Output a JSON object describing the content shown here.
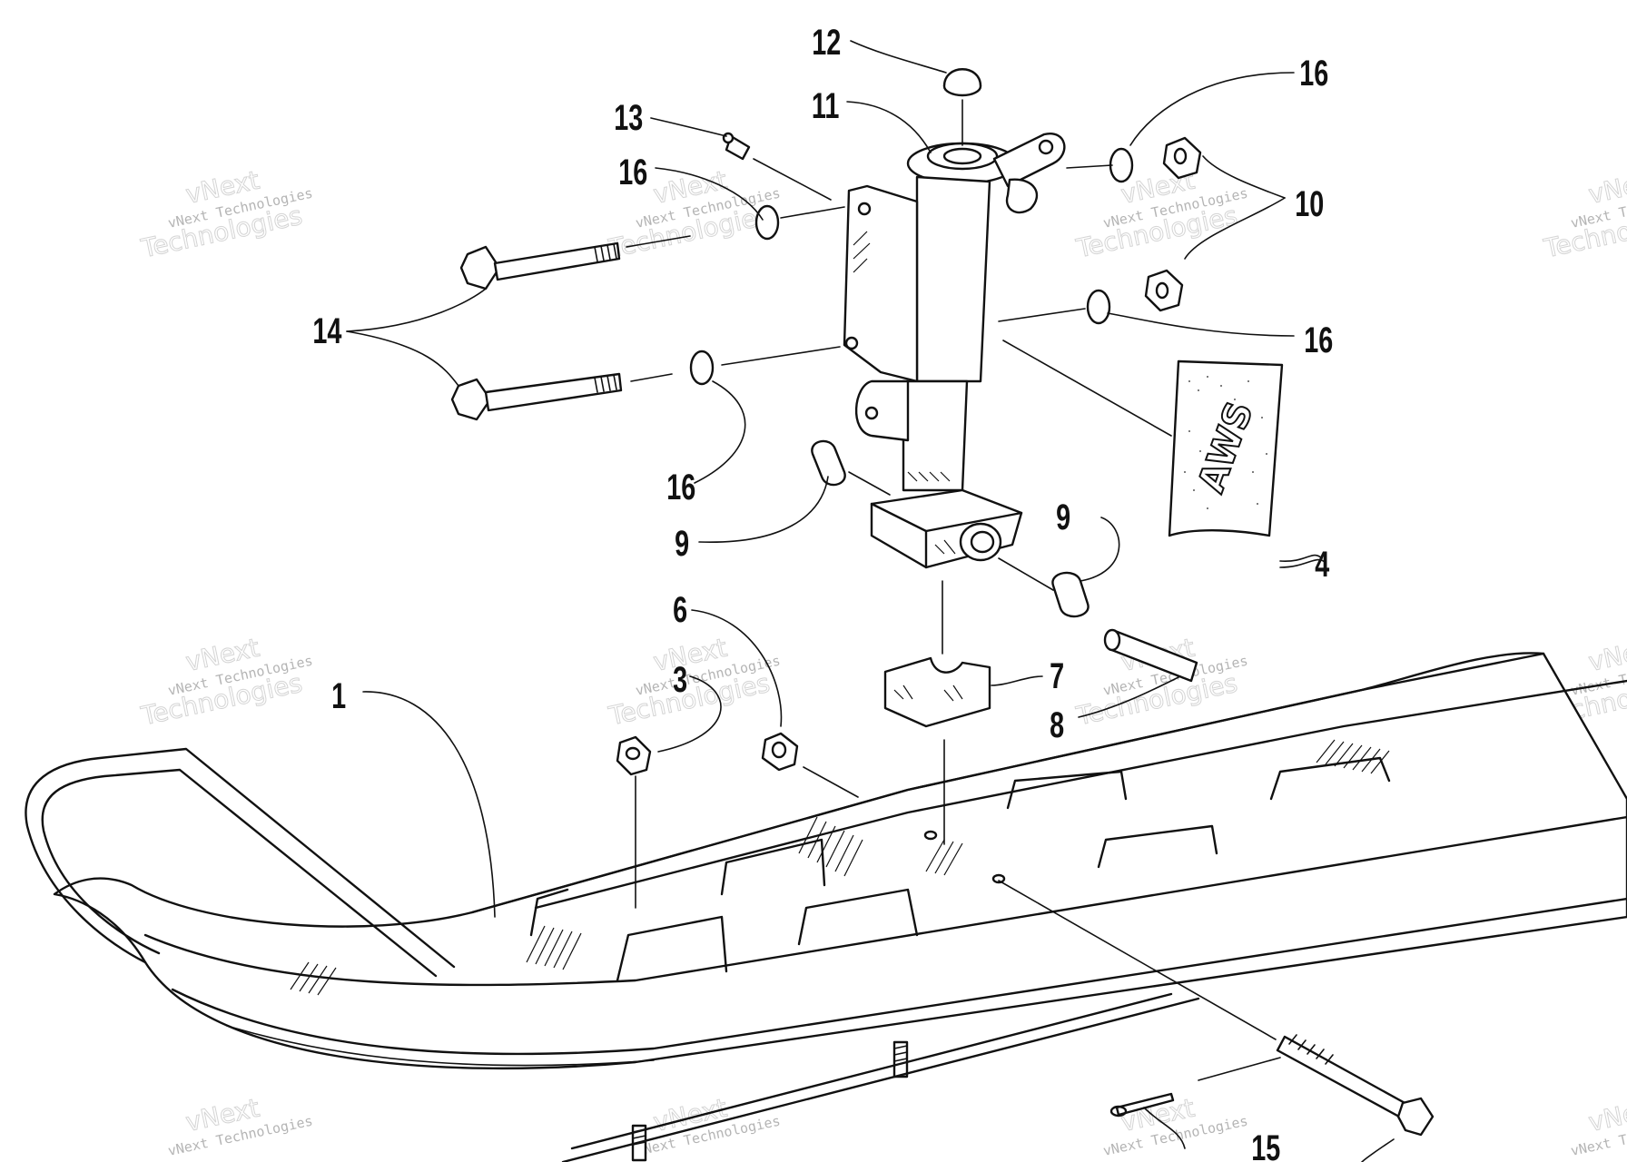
{
  "watermark": {
    "line_small": "vNext Technologies",
    "line_big_1": "vNext",
    "line_big_2": "Technologies"
  },
  "decal": {
    "text": "AWS"
  },
  "callouts": [
    {
      "id": "c1",
      "label": "1"
    },
    {
      "id": "c3",
      "label": "3"
    },
    {
      "id": "c4",
      "label": "4"
    },
    {
      "id": "c6",
      "label": "6"
    },
    {
      "id": "c7",
      "label": "7"
    },
    {
      "id": "c8",
      "label": "8"
    },
    {
      "id": "c9a",
      "label": "9"
    },
    {
      "id": "c9b",
      "label": "9"
    },
    {
      "id": "c10",
      "label": "10"
    },
    {
      "id": "c11",
      "label": "11"
    },
    {
      "id": "c12",
      "label": "12"
    },
    {
      "id": "c13",
      "label": "13"
    },
    {
      "id": "c14",
      "label": "14"
    },
    {
      "id": "c15",
      "label": "15"
    },
    {
      "id": "c16a",
      "label": "16"
    },
    {
      "id": "c16b",
      "label": "16"
    },
    {
      "id": "c16c",
      "label": "16"
    },
    {
      "id": "c16d",
      "label": "16"
    }
  ]
}
